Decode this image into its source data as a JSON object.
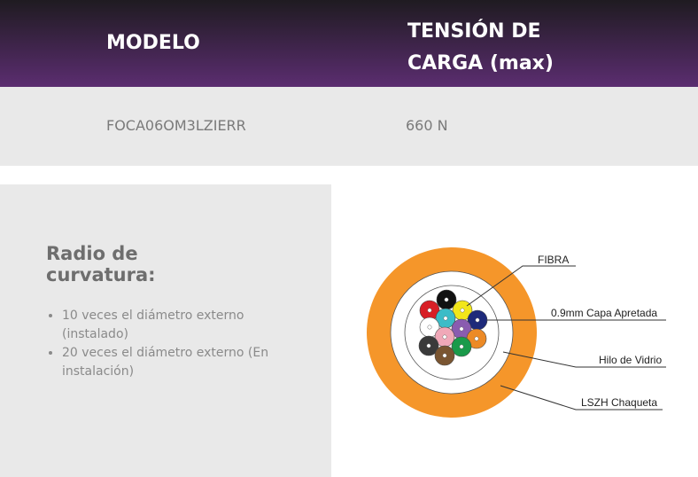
{
  "table": {
    "headers": [
      "MODELO",
      "TENSIÓN DE CARGA (max)"
    ],
    "header_line1": "TENSIÓN DE",
    "header_line2": "CARGA (max)",
    "row": [
      "FOCA06OM3LZIERR",
      "660 N"
    ]
  },
  "bend": {
    "title": "Radio de curvatura:",
    "items": [
      "10 veces el diámetro externo (instalado)",
      "20 veces el diámetro externo (En instalación)"
    ]
  },
  "diagram": {
    "labels": {
      "fiber": "FIBRA",
      "buffer": "0.9mm Capa Apretada",
      "yarn": "Hilo de Vidrio",
      "jacket": "LSZH Chaqueta"
    },
    "jacket_color": "#f5962a",
    "fiber_colors": [
      "#111111",
      "#d81f26",
      "#f2e61a",
      "#3bbcc7",
      "#1e2a7a",
      "#ffffff",
      "#8a5cb0",
      "#f0a8b8",
      "#ec8a26",
      "#3a3a3a",
      "#1a9a4a",
      "#7a5531"
    ]
  }
}
